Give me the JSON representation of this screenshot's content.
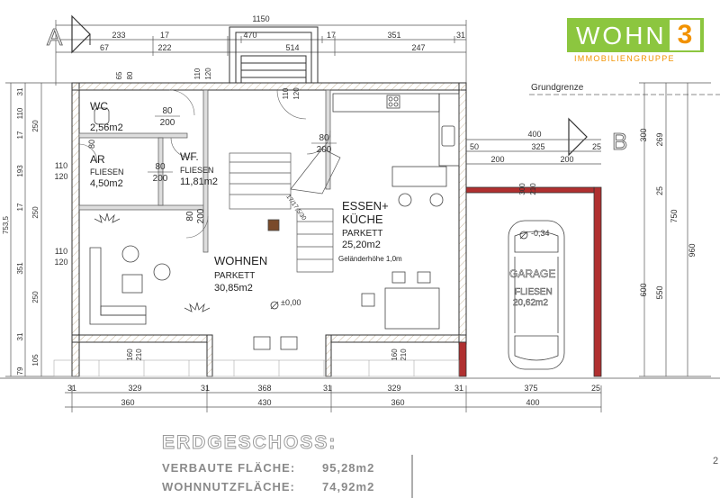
{
  "logo": {
    "word": "WOHN",
    "number": "3",
    "subtitle": "IMMOBILIENGRUPPE",
    "green": "#8cc63f",
    "orange": "#f29200"
  },
  "labels": {
    "section_a": "A",
    "section_b": "B",
    "property_line": "Grundgrenze",
    "railing_height": "Geländerhöhe 1,0m",
    "level_marker": "±0,00",
    "garage_level": "-0,34",
    "stair_count": "17/17,5/30"
  },
  "rooms": [
    {
      "id": "wc",
      "name": "WC",
      "floor": "",
      "area": "2,56m2"
    },
    {
      "id": "ar",
      "name": "AR",
      "floor": "FLIESEN",
      "area": "4,50m2"
    },
    {
      "id": "wf",
      "name": "WF.",
      "floor": "FLIESEN",
      "area": "11,81m2"
    },
    {
      "id": "wohnen",
      "name": "WOHNEN",
      "floor": "PARKETT",
      "area": "30,85m2"
    },
    {
      "id": "essen",
      "name": "ESSEN+",
      "name2": "KÜCHE",
      "floor": "PARKETT",
      "area": "25,20m2"
    },
    {
      "id": "garage",
      "name": "GARAGE",
      "floor": "FLIESEN",
      "area": "20,62m2"
    }
  ],
  "door_labels": [
    {
      "id": "d1",
      "top": "80",
      "bottom": "200"
    },
    {
      "id": "d2",
      "top": "80",
      "bottom": "200"
    },
    {
      "id": "d3",
      "top": "80",
      "bottom": "200"
    },
    {
      "id": "d4",
      "top": "80",
      "bottom": "200"
    },
    {
      "id": "d5",
      "top": "80",
      "bottom": "200"
    }
  ],
  "dims": {
    "top_overall": "1150",
    "top_row1": [
      "233",
      "17",
      "470",
      "17",
      "351",
      "31"
    ],
    "top_row2": [
      "67",
      "222",
      "514",
      "247"
    ],
    "top_window": [
      "65",
      "80"
    ],
    "top_window2": [
      "110",
      "120"
    ],
    "top_window3": [
      "110",
      "120"
    ],
    "bottom_row1": [
      "31",
      "329",
      "31",
      "368",
      "31",
      "329",
      "31",
      "375",
      "25"
    ],
    "bottom_row2": [
      "360",
      "430",
      "360",
      "400"
    ],
    "bottom_windows": [
      "160",
      "210",
      "160",
      "210"
    ],
    "garage_top": [
      "400",
      "50",
      "325",
      "25",
      "200",
      "200"
    ],
    "garage_door": [
      "300",
      "210"
    ],
    "left_row1": [
      "31",
      "110",
      "17",
      "193",
      "17",
      "351",
      "31",
      "79"
    ],
    "left_row2": [
      "250",
      "250",
      "250",
      "105"
    ],
    "left_overall": "753,5",
    "left_windows": [
      "110",
      "120",
      "110",
      "120"
    ],
    "right_row1": [
      "300",
      "269",
      "25",
      "600",
      "550"
    ],
    "right_row2": [
      "750",
      "960"
    ],
    "door_ess": [
      "80",
      "200"
    ],
    "hall_window": [
      "80",
      "200"
    ]
  },
  "summary": {
    "title": "ERDGESCHOSS:",
    "built_label": "VERBAUTE FLÄCHE:",
    "built_value": "95,28m2",
    "living_label": "WOHNNUTZFLÄCHE:",
    "living_value": "74,92m2"
  },
  "page_number": "2"
}
